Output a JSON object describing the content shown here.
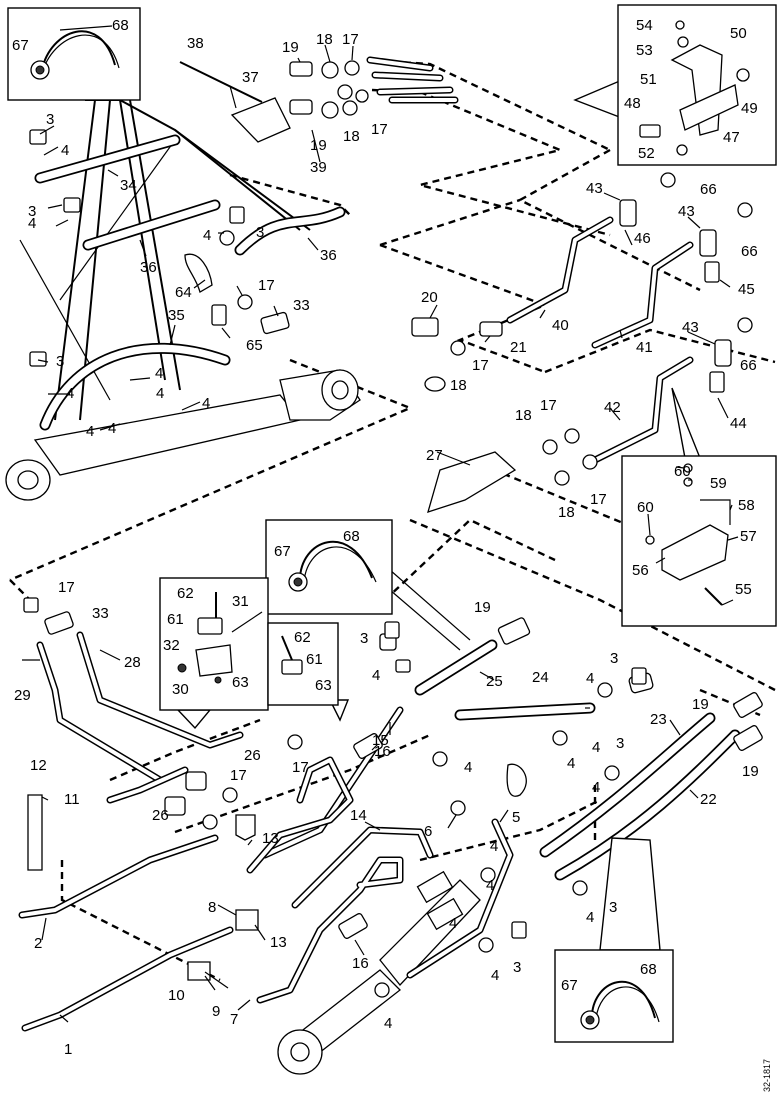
{
  "drawing_ref": "32-1817",
  "callouts": [
    {
      "id": "c1",
      "label": "1"
    },
    {
      "id": "c2",
      "label": "2"
    },
    {
      "id": "c3a",
      "label": "3"
    },
    {
      "id": "c4a",
      "label": "4"
    },
    {
      "id": "c5",
      "label": "5"
    },
    {
      "id": "c6",
      "label": "6"
    },
    {
      "id": "c7",
      "label": "7"
    },
    {
      "id": "c8",
      "label": "8"
    },
    {
      "id": "c9",
      "label": "9"
    },
    {
      "id": "c10",
      "label": "10"
    },
    {
      "id": "c11",
      "label": "11"
    },
    {
      "id": "c12",
      "label": "12"
    },
    {
      "id": "c13a",
      "label": "13"
    },
    {
      "id": "c13b",
      "label": "13"
    },
    {
      "id": "c14",
      "label": "14"
    },
    {
      "id": "c15",
      "label": "15"
    },
    {
      "id": "c16a",
      "label": "16"
    },
    {
      "id": "c16b",
      "label": "16"
    },
    {
      "id": "c17",
      "label": "17"
    },
    {
      "id": "c18",
      "label": "18"
    },
    {
      "id": "c19",
      "label": "19"
    },
    {
      "id": "c20",
      "label": "20"
    },
    {
      "id": "c21",
      "label": "21"
    },
    {
      "id": "c22",
      "label": "22"
    },
    {
      "id": "c23",
      "label": "23"
    },
    {
      "id": "c24",
      "label": "24"
    },
    {
      "id": "c25",
      "label": "25"
    },
    {
      "id": "c26a",
      "label": "26"
    },
    {
      "id": "c26b",
      "label": "26"
    },
    {
      "id": "c27",
      "label": "27"
    },
    {
      "id": "c28",
      "label": "28"
    },
    {
      "id": "c29",
      "label": "29"
    },
    {
      "id": "c30",
      "label": "30"
    },
    {
      "id": "c31",
      "label": "31"
    },
    {
      "id": "c32",
      "label": "32"
    },
    {
      "id": "c33a",
      "label": "33"
    },
    {
      "id": "c33b",
      "label": "33"
    },
    {
      "id": "c34",
      "label": "34"
    },
    {
      "id": "c35",
      "label": "35"
    },
    {
      "id": "c36a",
      "label": "36"
    },
    {
      "id": "c36b",
      "label": "36"
    },
    {
      "id": "c37",
      "label": "37"
    },
    {
      "id": "c38",
      "label": "38"
    },
    {
      "id": "c39",
      "label": "39"
    },
    {
      "id": "c40",
      "label": "40"
    },
    {
      "id": "c41",
      "label": "41"
    },
    {
      "id": "c42",
      "label": "42"
    },
    {
      "id": "c43a",
      "label": "43"
    },
    {
      "id": "c43b",
      "label": "43"
    },
    {
      "id": "c43c",
      "label": "43"
    },
    {
      "id": "c44",
      "label": "44"
    },
    {
      "id": "c45",
      "label": "45"
    },
    {
      "id": "c46",
      "label": "46"
    },
    {
      "id": "c47",
      "label": "47"
    },
    {
      "id": "c48",
      "label": "48"
    },
    {
      "id": "c49",
      "label": "49"
    },
    {
      "id": "c50",
      "label": "50"
    },
    {
      "id": "c51",
      "label": "51"
    },
    {
      "id": "c52",
      "label": "52"
    },
    {
      "id": "c53",
      "label": "53"
    },
    {
      "id": "c54",
      "label": "54"
    },
    {
      "id": "c55",
      "label": "55"
    },
    {
      "id": "c56",
      "label": "56"
    },
    {
      "id": "c57",
      "label": "57"
    },
    {
      "id": "c58",
      "label": "58"
    },
    {
      "id": "c59",
      "label": "59"
    },
    {
      "id": "c60a",
      "label": "60"
    },
    {
      "id": "c60b",
      "label": "60"
    },
    {
      "id": "c61a",
      "label": "61"
    },
    {
      "id": "c61b",
      "label": "61"
    },
    {
      "id": "c62a",
      "label": "62"
    },
    {
      "id": "c62b",
      "label": "62"
    },
    {
      "id": "c63a",
      "label": "63"
    },
    {
      "id": "c63b",
      "label": "63"
    },
    {
      "id": "c64",
      "label": "64"
    },
    {
      "id": "c65",
      "label": "65"
    },
    {
      "id": "c66a",
      "label": "66"
    },
    {
      "id": "c66b",
      "label": "66"
    },
    {
      "id": "c66c",
      "label": "66"
    },
    {
      "id": "c67a",
      "label": "67"
    },
    {
      "id": "c67b",
      "label": "67"
    },
    {
      "id": "c67c",
      "label": "67"
    },
    {
      "id": "c68a",
      "label": "68"
    },
    {
      "id": "c68b",
      "label": "68"
    },
    {
      "id": "c68c",
      "label": "68"
    }
  ]
}
